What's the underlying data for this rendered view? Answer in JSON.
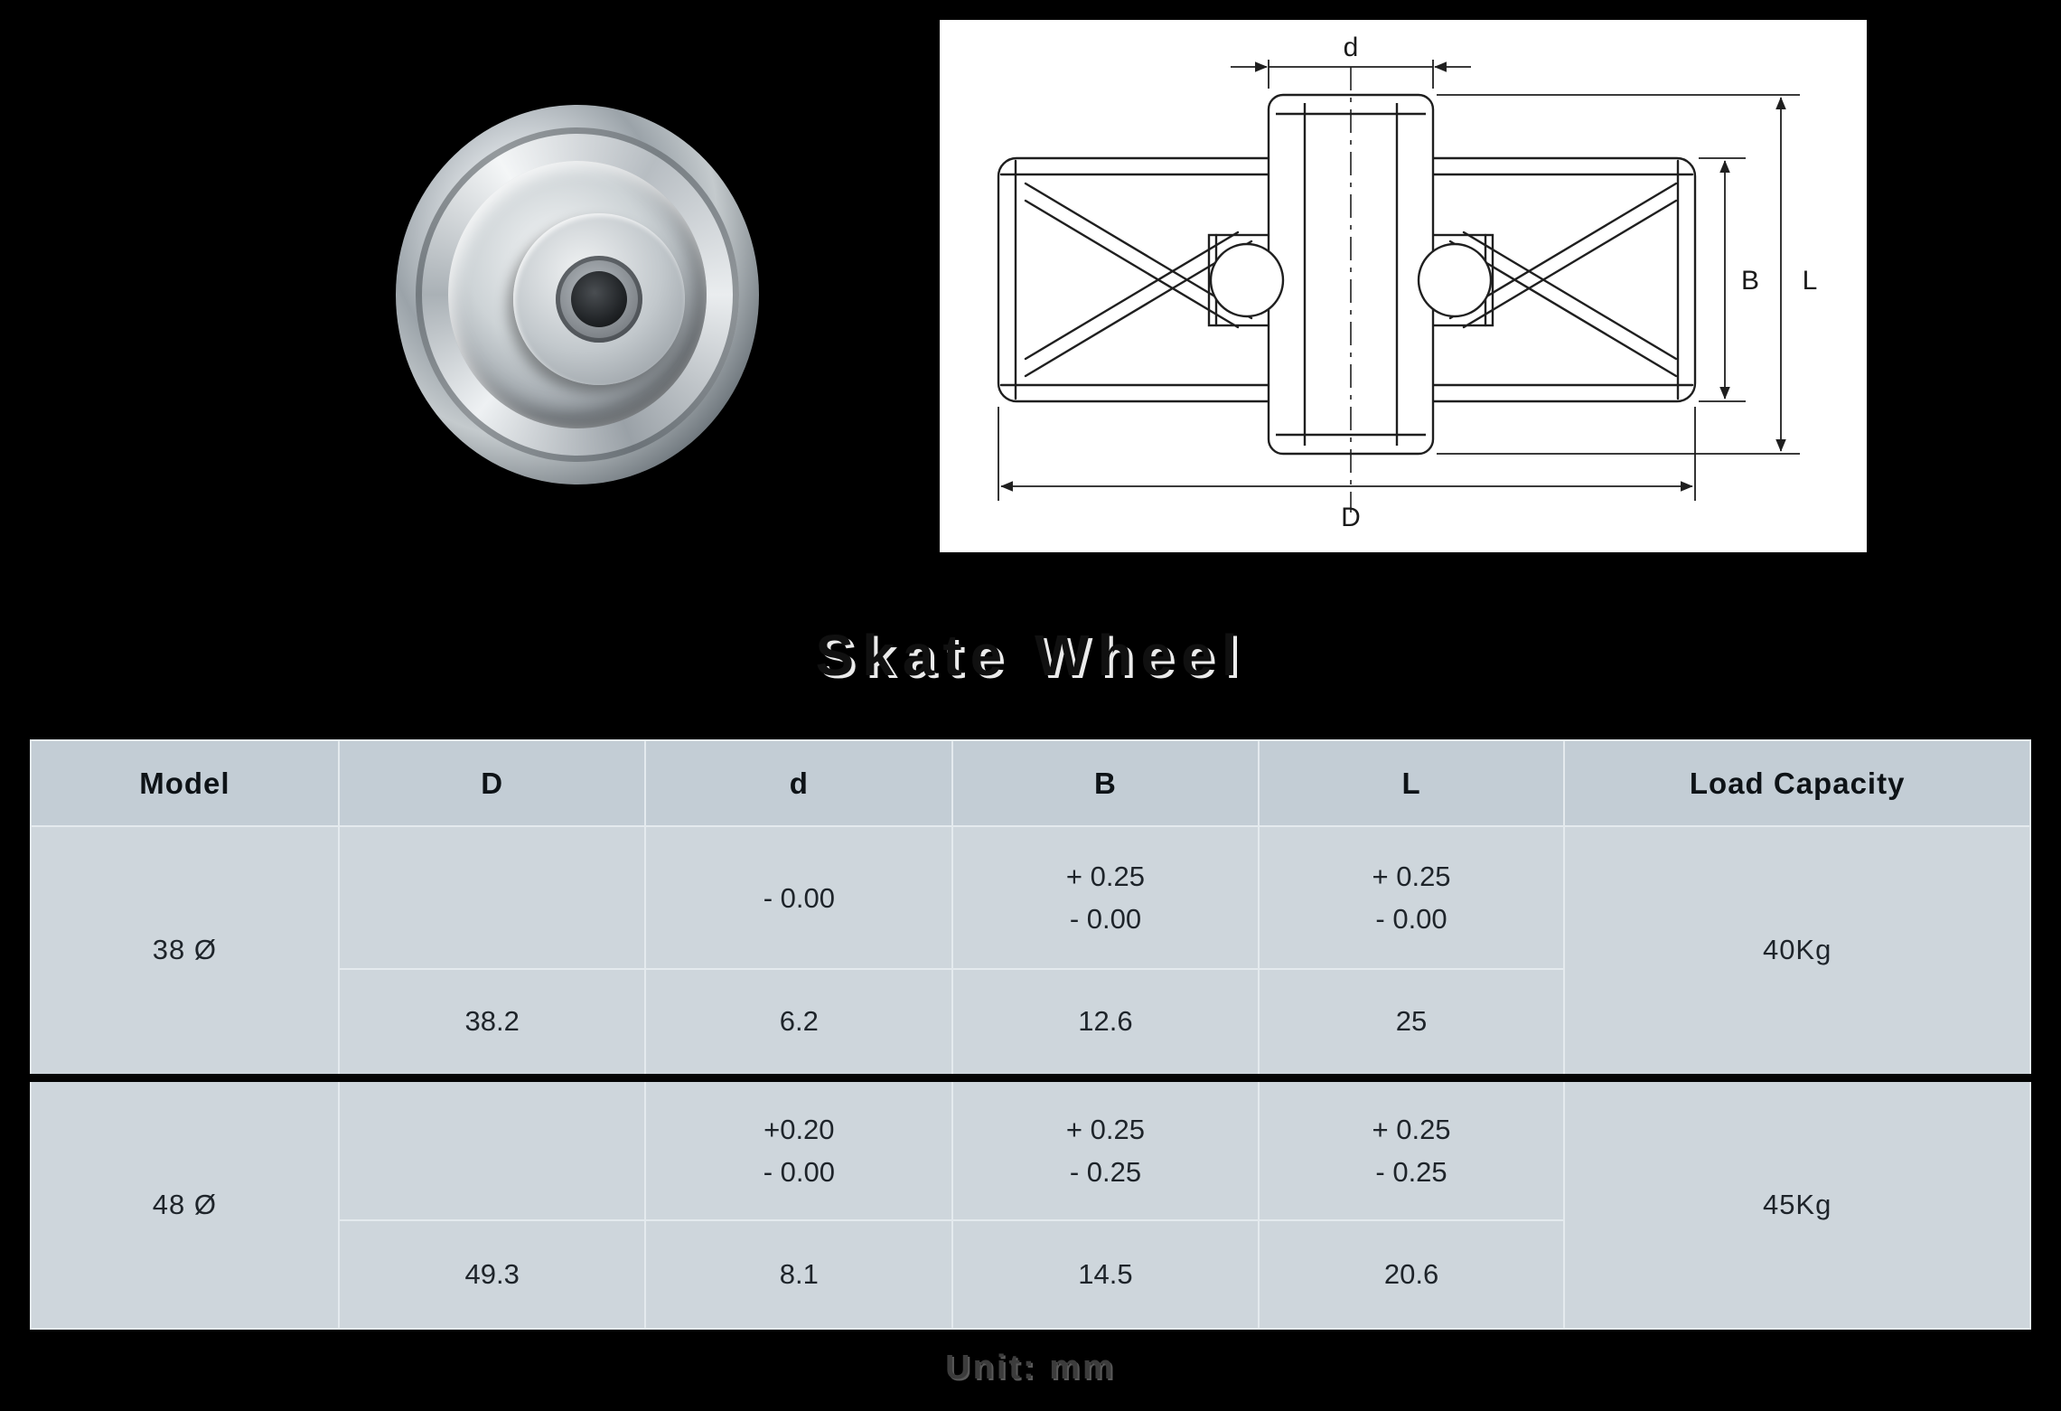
{
  "title": "Skate Wheel",
  "unit_note": "Unit: mm",
  "colors": {
    "page_bg": "#000000",
    "diagram_bg": "#ffffff",
    "table_header_bg": "#c3cdd5",
    "table_body_bg": "#ced6dc",
    "line_color": "#1f1f1f"
  },
  "diagram": {
    "labels": {
      "d": "d",
      "B": "B",
      "L": "L",
      "D": "D"
    }
  },
  "table": {
    "headers": [
      "Model",
      "D",
      "d",
      "B",
      "L",
      "Load Capacity"
    ],
    "groups": [
      {
        "model": "38 Ø",
        "load_capacity": "40Kg",
        "tolerance": {
          "D": "",
          "d": "- 0.00",
          "B": "+ 0.25\n- 0.00",
          "L": "+ 0.25\n- 0.00"
        },
        "values": {
          "D": "38.2",
          "d": "6.2",
          "B": "12.6",
          "L": "25"
        }
      },
      {
        "model": "48 Ø",
        "load_capacity": "45Kg",
        "tolerance": {
          "D": "",
          "d": "+0.20\n- 0.00",
          "B": "+ 0.25\n- 0.25",
          "L": "+ 0.25\n- 0.25"
        },
        "values": {
          "D": "49.3",
          "d": "8.1",
          "B": "14.5",
          "L": "20.6"
        }
      }
    ]
  }
}
